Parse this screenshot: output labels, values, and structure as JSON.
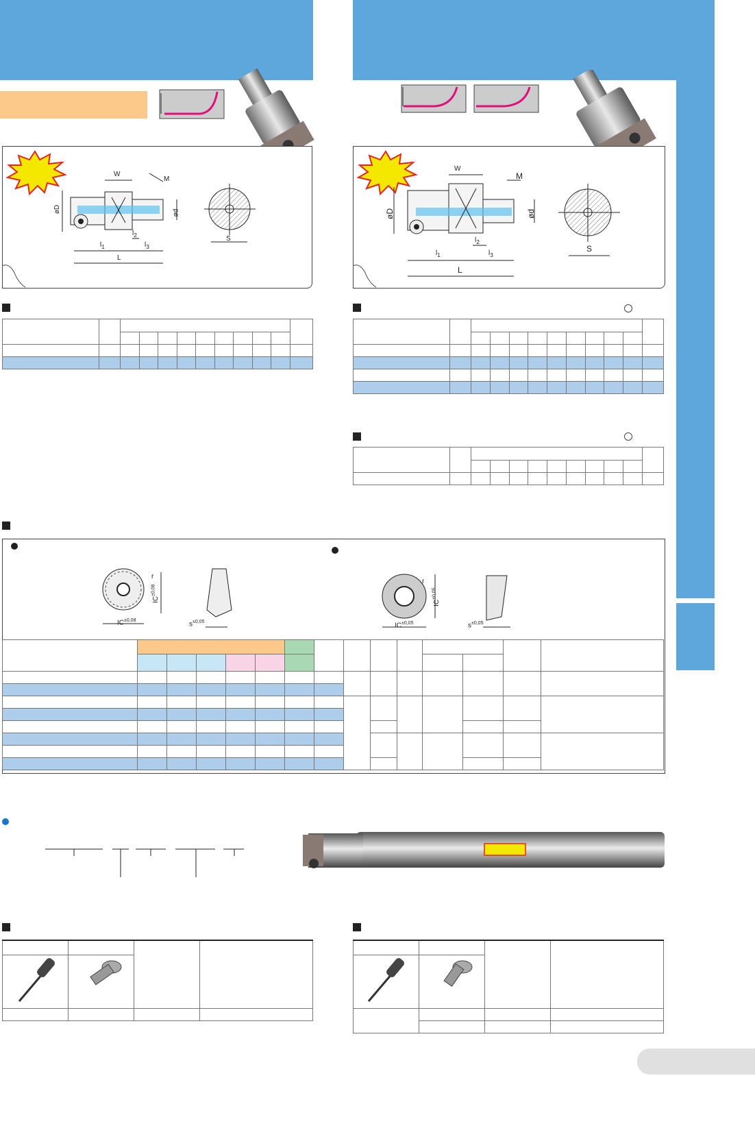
{
  "left_tool": {
    "diagram_labels": {
      "W": "W",
      "M": "M",
      "D": "øD",
      "d": "ød",
      "l1": "l",
      "l1_sub": "1",
      "l2": "l",
      "l2_sub": "2",
      "l3": "l",
      "l3_sub": "3",
      "L": "L",
      "S": "S"
    }
  },
  "right_tool": {
    "diagram_labels": {
      "W": "W",
      "M": "M",
      "D": "øD",
      "d": "ød",
      "l1": "l",
      "l1_sub": "1",
      "l2": "l",
      "l2_sub": "2",
      "l3": "l",
      "l3_sub": "3",
      "L": "L",
      "S": "S"
    }
  },
  "insert_left": {
    "r": "r",
    "ic_v": "IC",
    "ic_v_tol": "±0,08",
    "ic_h": "IC",
    "ic_h_tol": "±0,08",
    "s": "s",
    "s_tol": "±0,05"
  },
  "insert_right": {
    "r": "r",
    "ic_v": "IC",
    "ic_v_tol": "±0,05",
    "ic_h": "IC",
    "ic_h_tol": "±0,05",
    "s": "s",
    "s_tol": "±0,05"
  },
  "colors": {
    "header_blue": "#5ea7dd",
    "row_highlight": "#adcdea",
    "orange_tag": "#fcc98b",
    "magenta_profile": "#e0107a",
    "starburst": "#f5e800",
    "starburst_outline": "#e8241a"
  }
}
